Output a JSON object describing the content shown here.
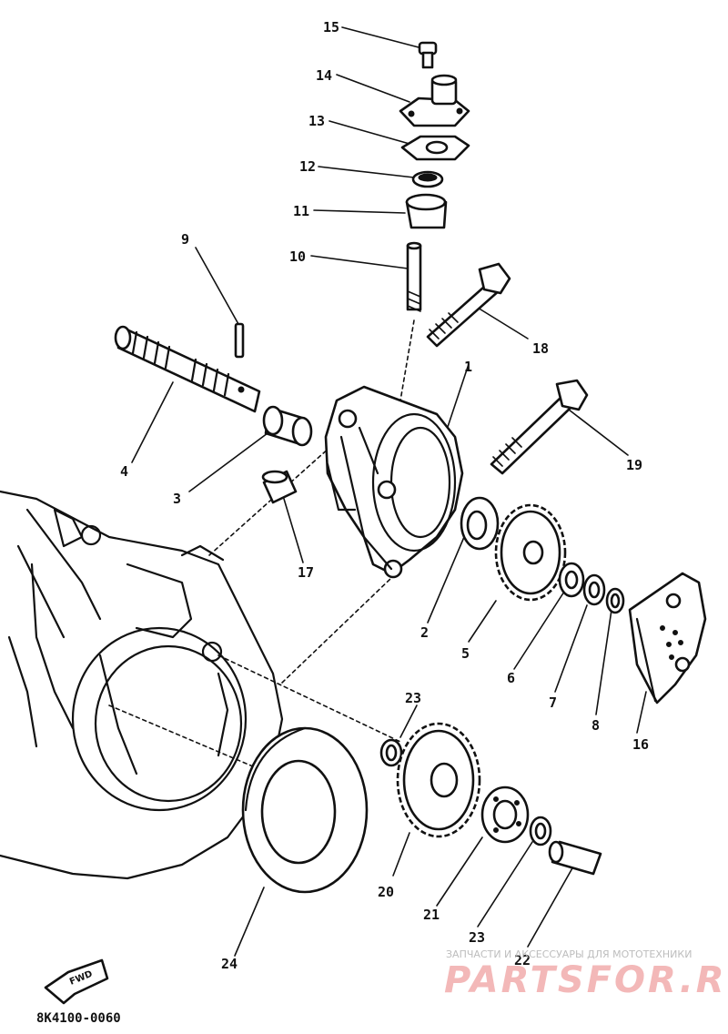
{
  "diagram": {
    "part_numbers": [
      "1",
      "2",
      "3",
      "4",
      "5",
      "6",
      "7",
      "8",
      "9",
      "10",
      "11",
      "12",
      "13",
      "14",
      "15",
      "16",
      "17",
      "18",
      "19",
      "20",
      "21",
      "22",
      "23",
      "23",
      "24"
    ],
    "drawing_code": "8K4100-0060",
    "direction_badge": "FWD"
  },
  "watermark": {
    "subtitle": "ЗАПЧАСТИ И АКСЕССУАРЫ ДЛЯ МОТОТЕХНИКИ",
    "brand": "PARTSFOR.RU",
    "color": "#f3b8b8"
  }
}
